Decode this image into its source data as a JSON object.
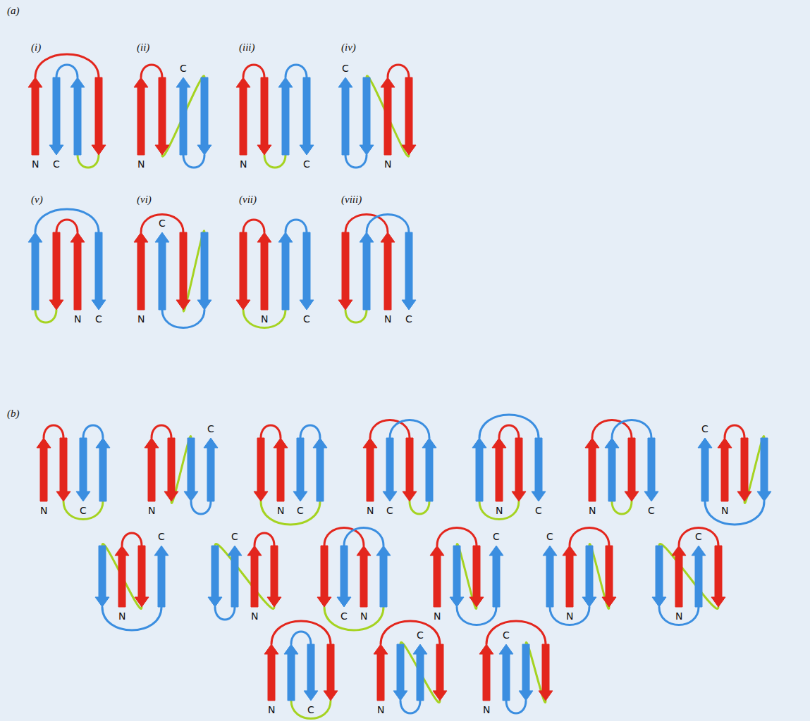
{
  "diagram": {
    "labels": [
      "(a)",
      "(i)",
      "N",
      "C",
      "(ii)",
      "N",
      "C",
      "(iii)",
      "N",
      "C",
      "(iv)",
      "N",
      "C",
      "(v)",
      "N",
      "C",
      "(vi)",
      "N",
      "C",
      "(vii)",
      "N",
      "C",
      "(viii)",
      "N",
      "C",
      "(b)",
      "N",
      "C",
      "N",
      "C",
      "N",
      "C",
      "N",
      "C",
      "N",
      "C",
      "N",
      "C",
      "N",
      "C",
      "N",
      "C",
      "N",
      "C",
      "N",
      "C",
      "N",
      "C",
      "N",
      "C",
      "N",
      "C",
      "N",
      "C",
      "N",
      "C",
      "N",
      "C"
    ]
  }
}
